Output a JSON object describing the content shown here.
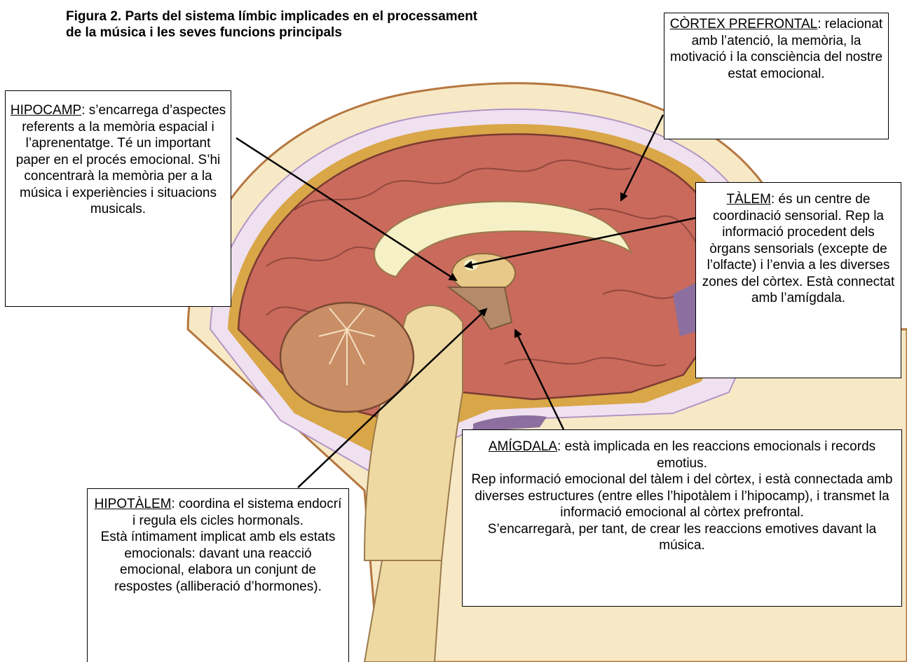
{
  "figure": {
    "title_line1": "Figura 2.  Parts del sistema límbic implicades en el processament",
    "title_line2": "de la música i les seves funcions principals"
  },
  "callouts": {
    "hipocamp": {
      "term": "HIPOCAMP",
      "text": ": s’encarrega d’aspectes referents a la memòria espacial i l’aprenentatge. Té un important paper en el procés emocional. S’hi concentrarà la memòria per a la música i experiències i situacions musicals."
    },
    "cortex": {
      "term": "CÒRTEX PREFRONTAL",
      "text": ": relacionat amb l’atenció, la memòria, la motivació i la consciència del nostre estat emocional."
    },
    "talem": {
      "term": "TÀLEM",
      "text": ": és un centre de coordinació sensorial. Rep la informació procedent dels òrgans sensorials (excepte de l’olfacte) i l’envia a les diverses zones del còrtex. Està connectat amb l’amígdala."
    },
    "amigdala": {
      "term": "AMÍGDALA",
      "text1": ": està implicada en les reaccions emocionals i records emotius.",
      "text2": "Rep informació emocional del tàlem i del còrtex, i està connectada amb diverses estructures (entre elles l’hipotàlem i l’hipocamp), i transmet la informació emocional al còrtex prefrontal.",
      "text3": "S’encarregarà, per tant, de crear les reaccions emotives davant la música."
    },
    "hipotalem": {
      "term": "HIPOTÀLEM",
      "text1": ": coordina el sistema endocrí i regula els cicles hormonals.",
      "text2": "Està íntimament implicat amb els estats emocionals: davant una reacció emocional, elabora un conjunt de respostes (alliberació d’hormones)."
    }
  },
  "colors": {
    "skull_outline": "#b5773f",
    "scalp_fill": "#f7e9c6",
    "csf_fill": "#efe1f0",
    "dura": "#d9a648",
    "brain_fill": "#c96a5c",
    "brain_light": "#e39b8a",
    "corpus_callosum": "#f6f0c6",
    "cerebellum": "#c98e66",
    "brainstem": "#efd9a3",
    "ventricle": "#8c6f9e"
  }
}
